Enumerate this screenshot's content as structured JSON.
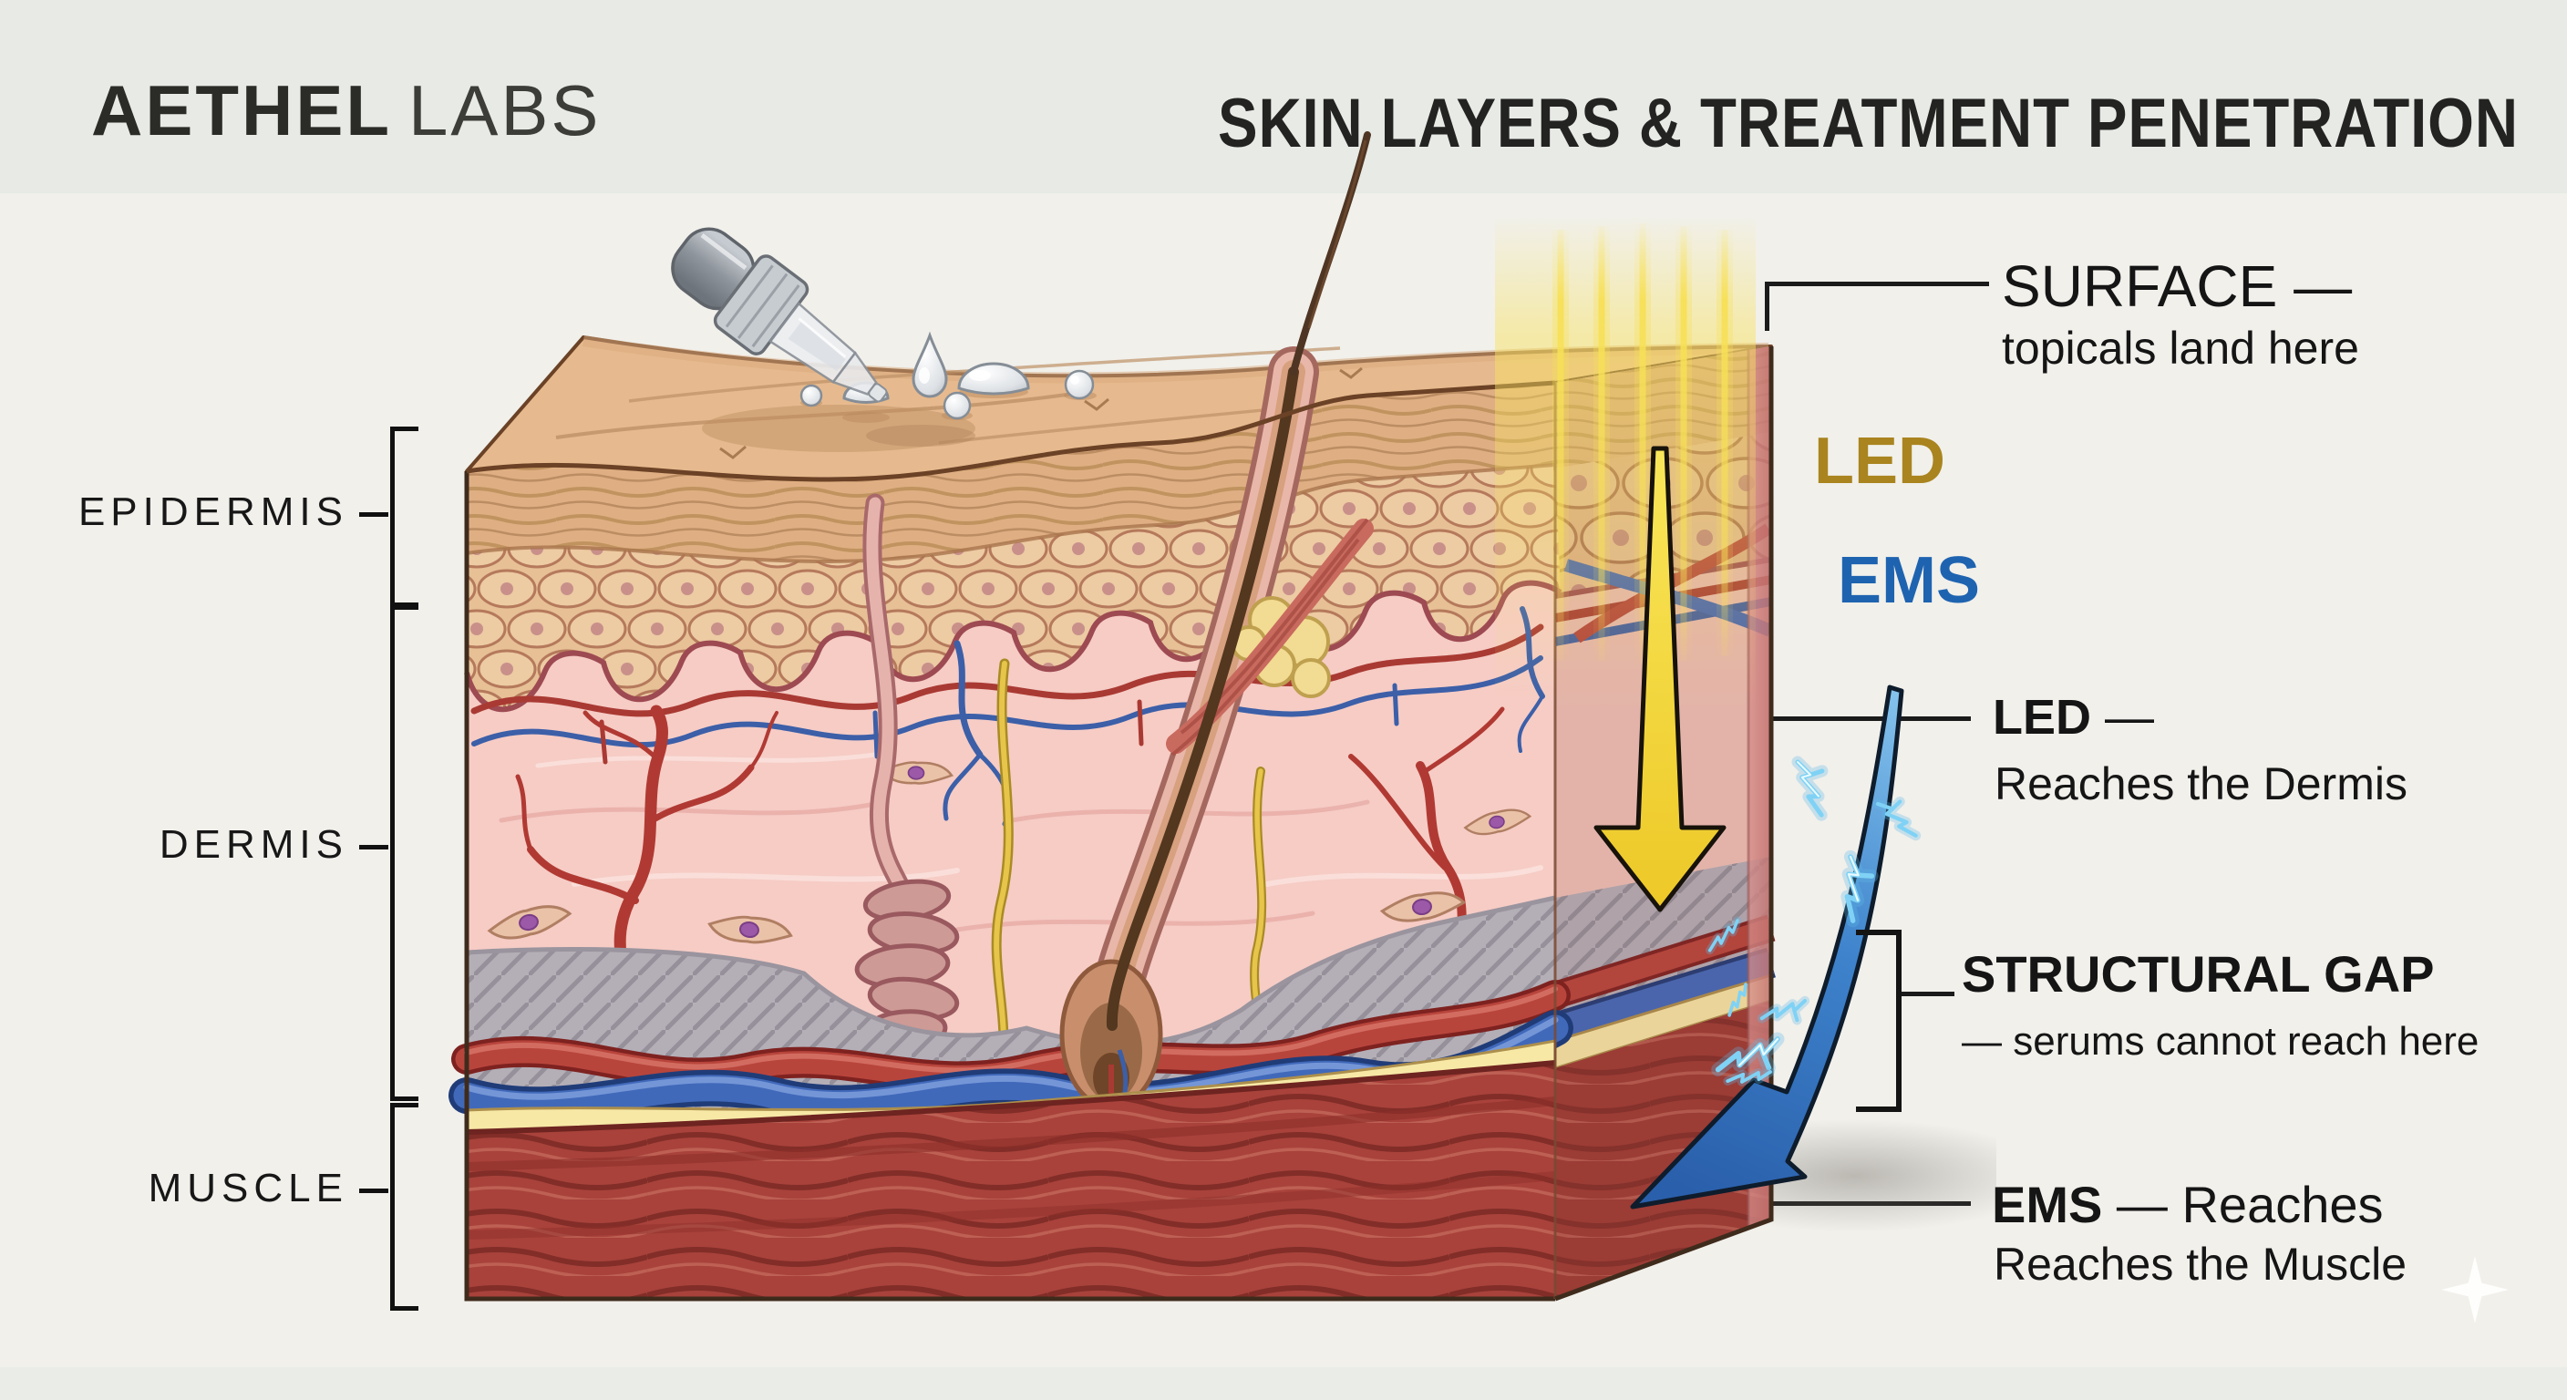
{
  "header": {
    "brand_bold": "AETHEL",
    "brand_light": "LABS",
    "title": "SKIN LAYERS & TREATMENT PENETRATION"
  },
  "layer_labels": {
    "epidermis": "EPIDERMIS",
    "dermis": "DERMIS",
    "muscle": "MUSCLE"
  },
  "annotations": {
    "surface": {
      "title": "SURFACE —",
      "subtitle": "topicals land here"
    },
    "led_legend": {
      "label": "LED"
    },
    "ems_legend": {
      "label": "EMS"
    },
    "led": {
      "title_bold": "LED",
      "title_rest": " —",
      "subtitle": "Reaches the Dermis"
    },
    "structural_gap": {
      "title": "STRUCTURAL GAP",
      "subtitle": "— serums cannot reach here"
    },
    "ems": {
      "title_bold": "EMS",
      "title_rest": " — Reaches",
      "subtitle": "Reaches the Muscle"
    }
  },
  "icons": {
    "dropper": "serum-dropper",
    "droplets": "serum-droplets",
    "light_beams": "led-light-rays",
    "led_arrow": "downward-arrow",
    "ems_arrow": "curved-downward-arrow",
    "sparks": "electric-bolts",
    "sparkle": "four-point-star"
  },
  "colors": {
    "led_gold": "#A9841F",
    "ems_blue": "#1E63B0",
    "led_arrow_yellow": "#F2D52F",
    "ems_arrow_blue": "#2E66B2",
    "spark_blue": "#7FD2F5",
    "epidermis_tan": "#E7C096",
    "dermis_pink": "#F6CEC8",
    "structural_gap_gray": "#B4AFB7",
    "muscle_red": "#A8423B",
    "artery_red": "#B8453C",
    "vein_blue": "#4169BA",
    "background": "#F1F0EB"
  }
}
